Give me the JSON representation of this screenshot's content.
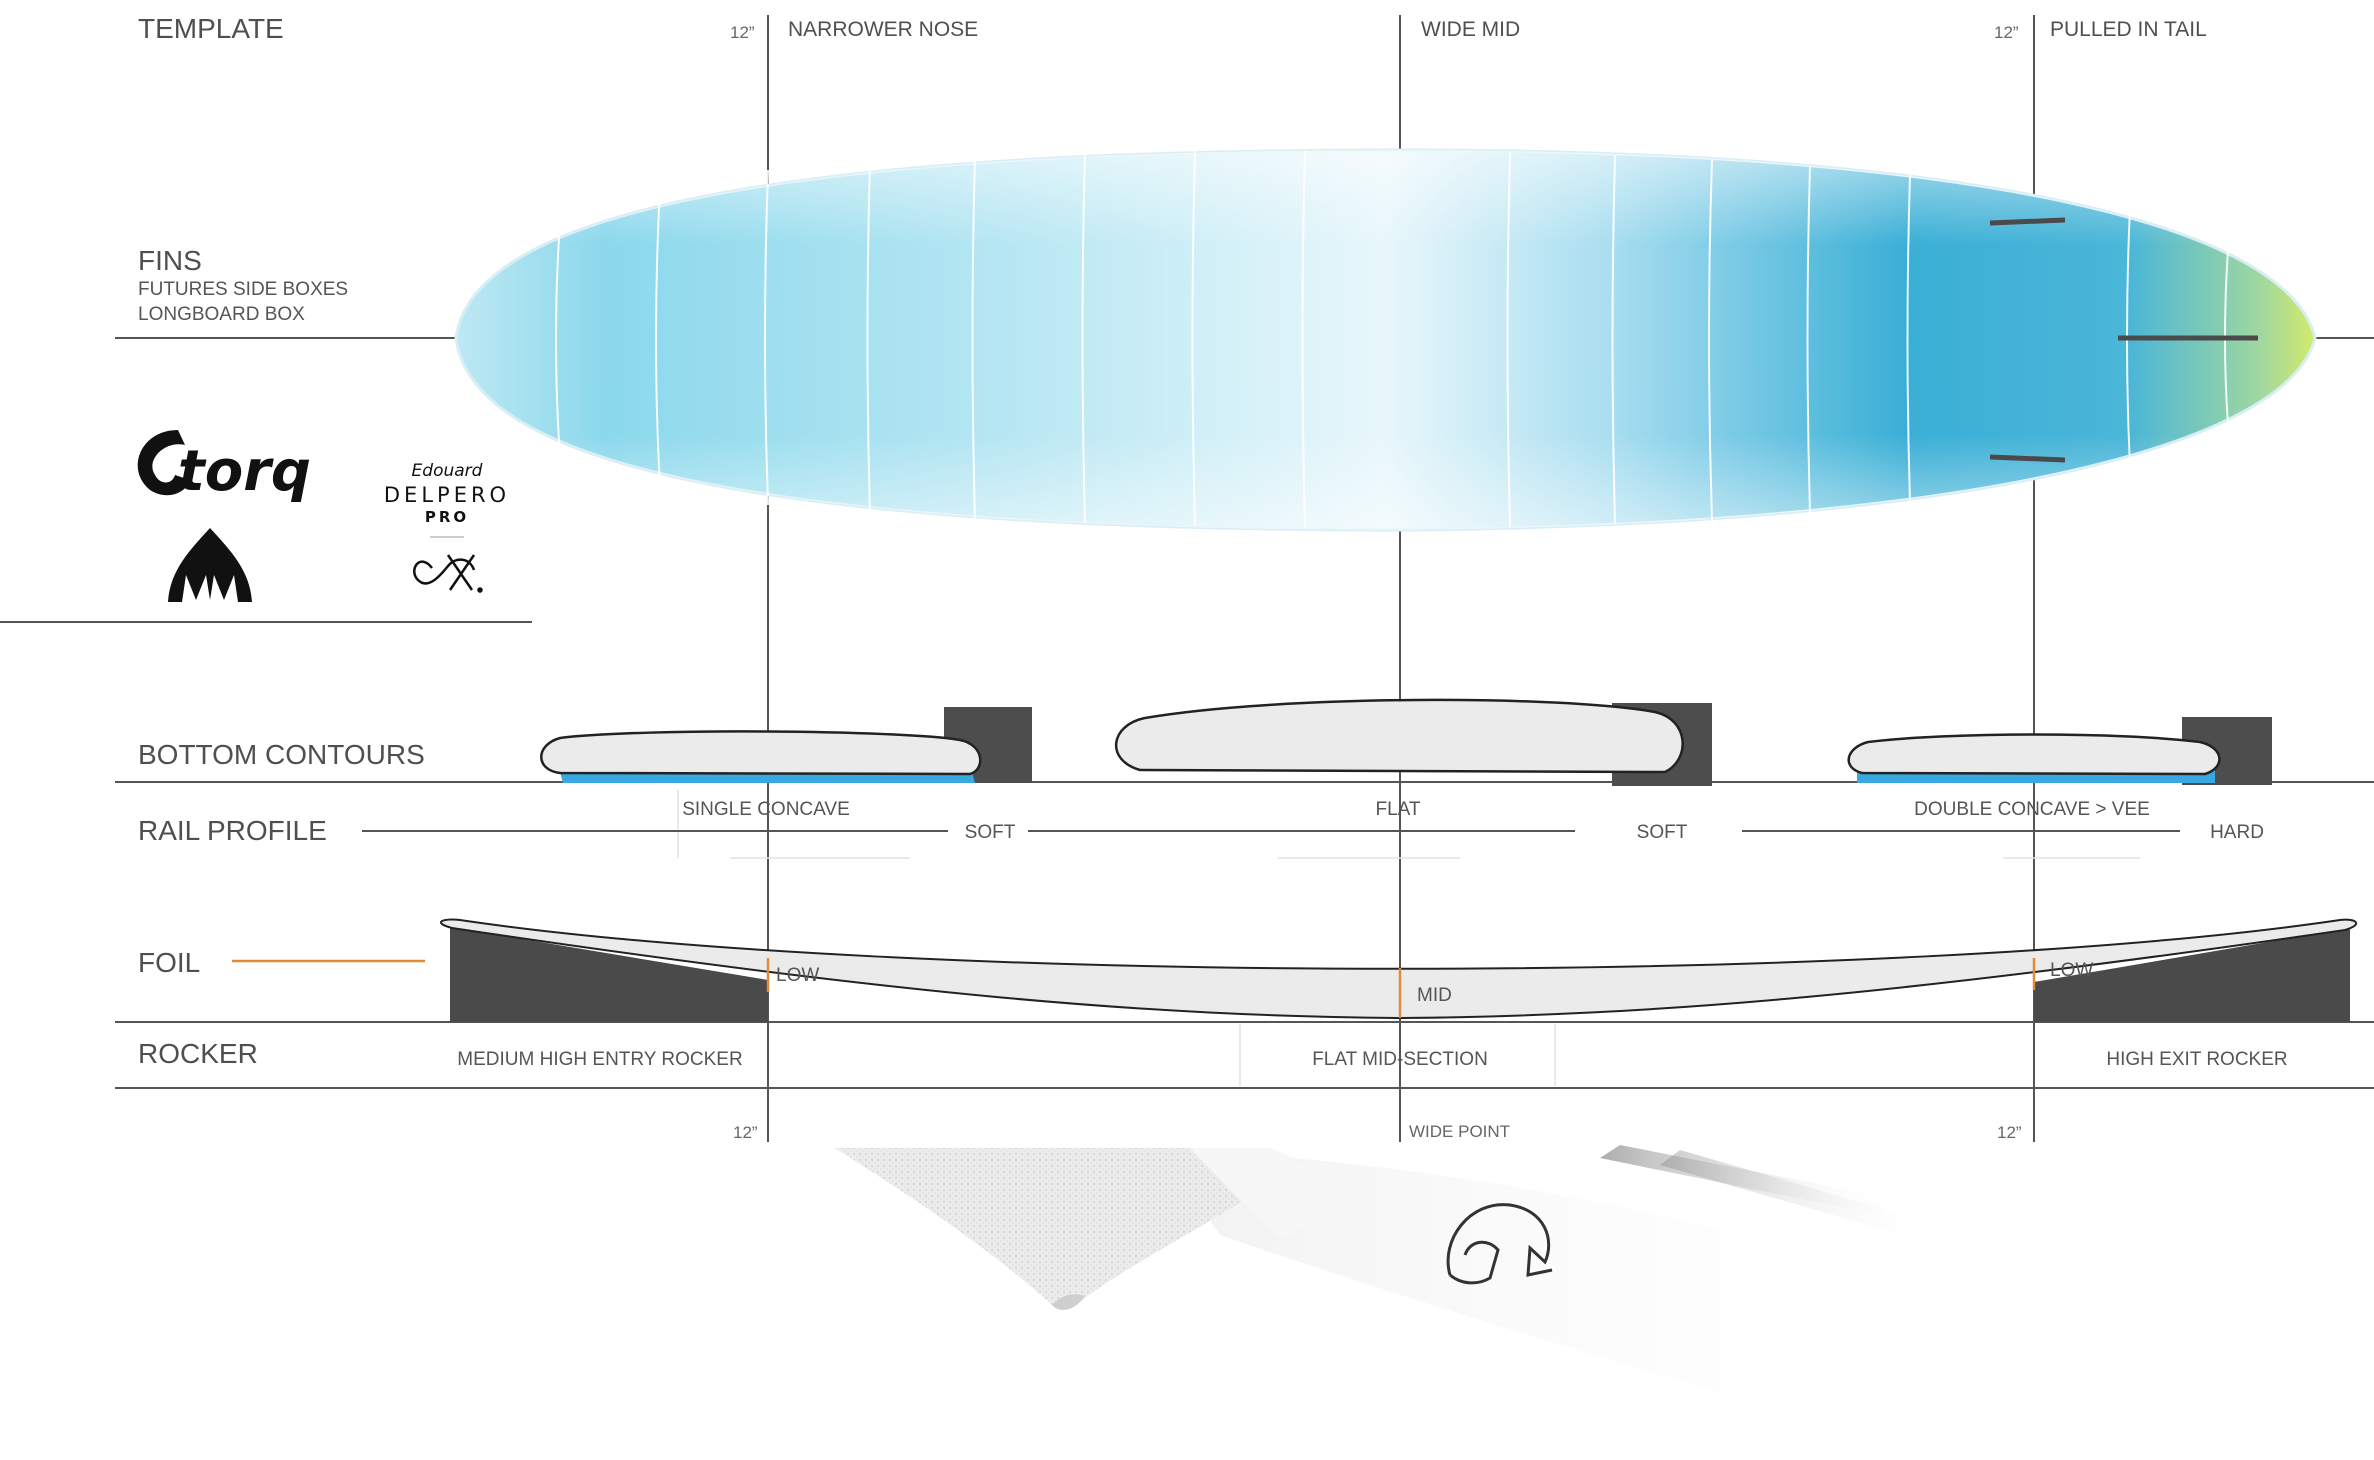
{
  "sections": {
    "template": "TEMPLATE",
    "fins": "FINS",
    "bottom_contours": "BOTTOM  CONTOURS",
    "rail_profile": "RAIL PROFILE",
    "foil": "FOIL",
    "rocker": "ROCKER"
  },
  "fins_details": [
    "FUTURES SIDE BOXES",
    "LONGBOARD BOX"
  ],
  "template_labels": {
    "nose_distance": "12”",
    "nose": "NARROWER NOSE",
    "mid": "WIDE MID",
    "tail_distance": "12”",
    "tail": "PULLED IN TAIL"
  },
  "bottom_contours": {
    "nose": "SINGLE CONCAVE",
    "mid": "FLAT",
    "tail": "DOUBLE CONCAVE > VEE"
  },
  "rail_profile": {
    "nose": "SOFT",
    "mid": "SOFT",
    "tail": "HARD"
  },
  "foil": {
    "nose": "LOW",
    "mid": "MID",
    "tail": "LOW"
  },
  "rocker": {
    "nose": "MEDIUM HIGH ENTRY ROCKER",
    "mid": "FLAT MID-SECTION",
    "tail": "HIGH EXIT ROCKER"
  },
  "bottom_labels": {
    "nose_distance": "12”",
    "mid": "WIDE POINT",
    "tail_distance": "12”"
  },
  "brands": {
    "torq": "torq",
    "signature": "Edouard",
    "delpero": "DELPERO",
    "pro": "PRO"
  },
  "colors": {
    "board_blue": "#3fb0d6",
    "board_light": "#e6f6fb",
    "tail_green": "#c8e46a",
    "contour_blue": "#37a9e0",
    "rail_block": "#4d4d4d",
    "foil_marker": "#e08a3c"
  }
}
